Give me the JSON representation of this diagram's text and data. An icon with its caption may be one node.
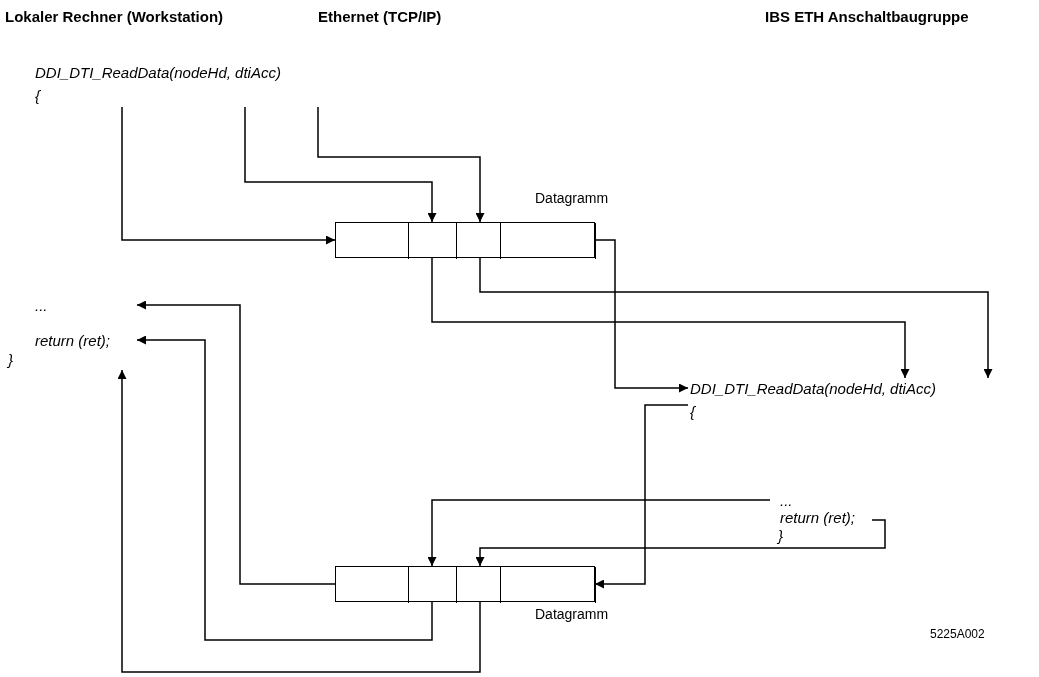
{
  "diagram": {
    "nodes": [
      {
        "text": [
          "DDI_DTI_ReadData(nodeHd, dtiAcc)",
          "{"
        ]
      },
      {
        "text": [],
        "shape": "box",
        "beside": [
          "Datagramm"
        ]
      },
      {
        "text": [],
        "shape": "box",
        "in": 1
      },
      {
        "text": [],
        "shape": "box",
        "in": 1
      },
      {
        "text": [],
        "shape": "box",
        "in": 1
      },
      {
        "text": [],
        "shape": "box",
        "in": 1
      },
      {
        "text": [
          "...",
          "return (ret);",
          "}"
        ]
      },
      {
        "text": [
          "DDI_DTI_ReadData(nodeHd, dtiAcc)",
          "{"
        ]
      },
      {
        "text": [
          "...",
          "return (ret);",
          "}"
        ]
      },
      {
        "text": [],
        "shape": "box",
        "beside": [
          "Datagramm"
        ]
      },
      {
        "text": [],
        "shape": "box",
        "in": 9
      },
      {
        "text": [],
        "shape": "box",
        "in": 9
      },
      {
        "text": [],
        "shape": "box",
        "in": 9
      },
      {
        "text": [],
        "shape": "box",
        "in": 9
      }
    ],
    "edges": [
      {
        "from": 0,
        "to": 2,
        "arrow": "to"
      },
      {
        "from": 0,
        "to": 3,
        "arrow": "to"
      },
      {
        "from": 0,
        "to": 4,
        "arrow": "to"
      },
      {
        "from": 3,
        "to": 7,
        "arrow": "to"
      },
      {
        "from": 4,
        "to": 7,
        "arrow": "to"
      },
      {
        "from": 5,
        "to": 7,
        "arrow": "to"
      },
      {
        "from": 7,
        "to": 13,
        "arrow": "to"
      },
      {
        "from": 8,
        "to": 11,
        "arrow": "to"
      },
      {
        "from": 8,
        "to": 12,
        "arrow": "to"
      },
      {
        "from": 10,
        "to": 6,
        "arrow": "to"
      },
      {
        "from": 11,
        "to": 6,
        "arrow": "to"
      },
      {
        "from": 12,
        "to": 6,
        "arrow": "to"
      }
    ],
    "labels": [
      "Lokaler Rechner (Workstation)",
      "Ethernet (TCP/IP)",
      "IBS ETH Anschaltbaugruppe",
      "5225A002"
    ]
  }
}
